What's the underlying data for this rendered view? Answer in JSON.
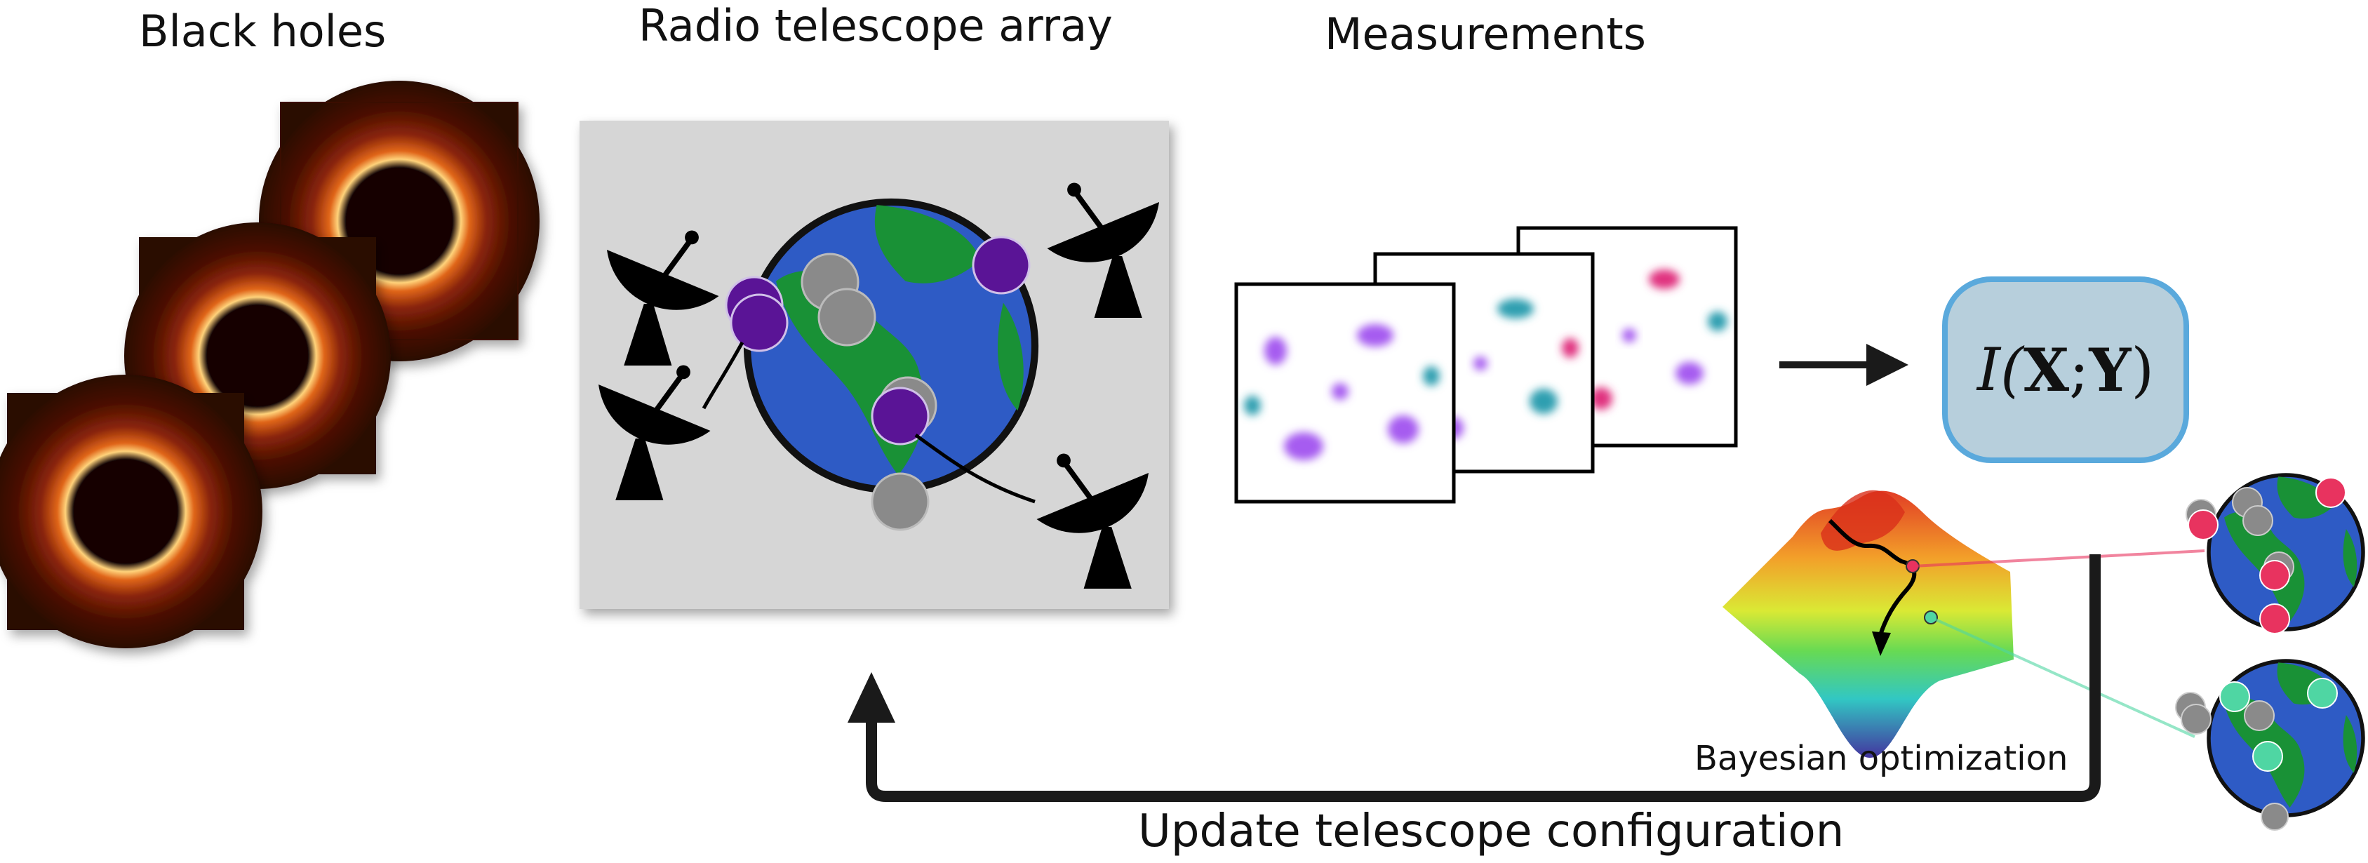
{
  "titles": {
    "black_holes": "Black holes",
    "radio_array": "Radio telescope array",
    "measurements": "Measurements"
  },
  "mutual_information": {
    "prefix": "I(",
    "x": "X",
    "sep": "; ",
    "y": "Y",
    "suffix": ")"
  },
  "labels": {
    "bayes_opt": "Bayesian optimization",
    "update": "Update telescope configuration"
  },
  "colors": {
    "earth_ocean": "#2e5bc5",
    "earth_land": "#199136",
    "site_active": "#5a1496",
    "site_inactive": "#8a8a8a",
    "site_pink": "#e8335f",
    "site_green": "#4fd6a3",
    "panel_bg": "#d6d6d6",
    "mi_fill": "#b7cfdc",
    "mi_border": "#5aa9dc",
    "blob_purple": "#a65bf0",
    "blob_teal": "#2e9fb0",
    "blob_pink": "#e0337f",
    "arrow": "#1a1a1a"
  },
  "icons": [
    "radio-dish-icon",
    "arrow-right-icon",
    "arrow-up-icon"
  ]
}
